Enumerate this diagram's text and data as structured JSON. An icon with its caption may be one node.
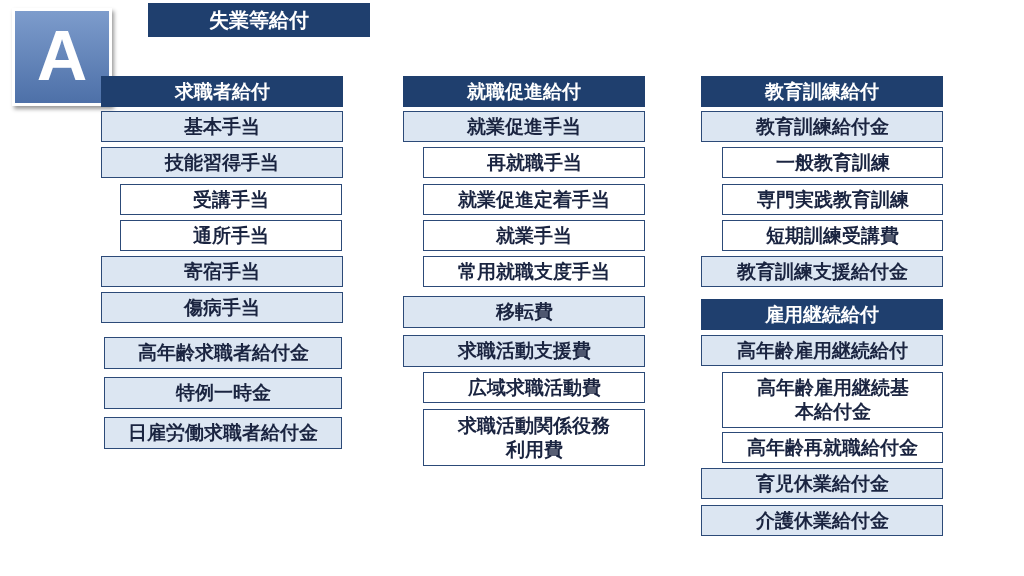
{
  "diagram": {
    "nodes": [
      {
        "text": [
          "A"
        ]
      },
      {
        "text": [
          "失業等給付"
        ]
      },
      {
        "text": [
          "求職者給付"
        ]
      },
      {
        "text": [
          "基本手当"
        ]
      },
      {
        "text": [
          "技能習得手当"
        ]
      },
      {
        "text": [
          "受講手当"
        ]
      },
      {
        "text": [
          "通所手当"
        ]
      },
      {
        "text": [
          "寄宿手当"
        ]
      },
      {
        "text": [
          "傷病手当"
        ]
      },
      {
        "text": [
          "高年齢求職者給付金"
        ]
      },
      {
        "text": [
          "特例一時金"
        ]
      },
      {
        "text": [
          "日雇労働求職者給付金"
        ]
      },
      {
        "text": [
          "就職促進給付"
        ]
      },
      {
        "text": [
          "就業促進手当"
        ]
      },
      {
        "text": [
          "再就職手当"
        ]
      },
      {
        "text": [
          "就業促進定着手当"
        ]
      },
      {
        "text": [
          "就業手当"
        ]
      },
      {
        "text": [
          "常用就職支度手当"
        ]
      },
      {
        "text": [
          "移転費"
        ]
      },
      {
        "text": [
          "求職活動支援費"
        ]
      },
      {
        "text": [
          "広域求職活動費"
        ]
      },
      {
        "text": [
          "求職活動関係役務利用費"
        ]
      },
      {
        "text": [
          "教育訓練給付"
        ]
      },
      {
        "text": [
          "教育訓練給付金"
        ]
      },
      {
        "text": [
          "一般教育訓練"
        ]
      },
      {
        "text": [
          "専門実践教育訓練"
        ]
      },
      {
        "text": [
          "短期訓練受講費"
        ]
      },
      {
        "text": [
          "教育訓練支援給付金"
        ]
      },
      {
        "text": [
          "雇用継続給付"
        ]
      },
      {
        "text": [
          "高年齢雇用継続給付"
        ]
      },
      {
        "text": [
          "高年齢雇用継続基本給付金"
        ]
      },
      {
        "text": [
          "高年齢再就職給付金"
        ]
      },
      {
        "text": [
          "育児休業給付金"
        ]
      },
      {
        "text": [
          "介護休業給付金"
        ]
      }
    ]
  }
}
